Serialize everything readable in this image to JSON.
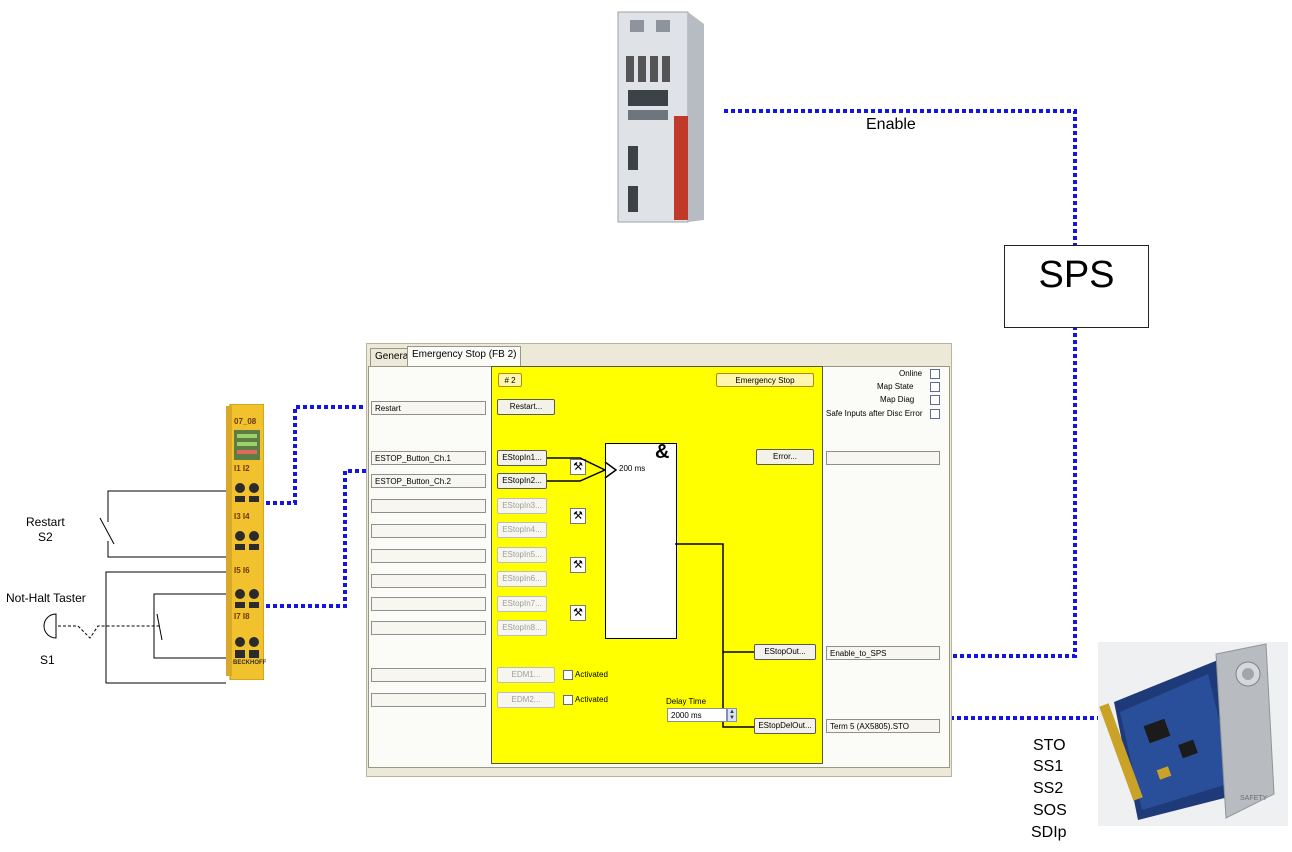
{
  "labels": {
    "enable": "Enable",
    "sps": "SPS",
    "restart": "Restart",
    "s2": "S2",
    "not_halt": "Not-Halt Taster",
    "s1": "S1",
    "functions": [
      "STO",
      "SS1",
      "SS2",
      "SOS",
      "SDIp"
    ]
  },
  "dialog": {
    "tabs": [
      "General",
      "Emergency Stop (FB 2)"
    ],
    "fb_number": "# 2",
    "fb_name": "Emergency Stop",
    "online_flags": [
      "Online",
      "Map State",
      "Map Diag",
      "Safe Inputs after Disc Error"
    ],
    "restart_btn": "Restart...",
    "inputs": [
      "EStopIn1...",
      "EStopIn2...",
      "EStopIn3...",
      "EStopIn4...",
      "EStopIn5...",
      "EStopIn6...",
      "EStopIn7...",
      "EStopIn8..."
    ],
    "input_fields": [
      "Restart",
      "ESTOP_Button_Ch.1",
      "ESTOP_Button_Ch.2"
    ],
    "edm": [
      "EDM1...",
      "EDM2..."
    ],
    "activated": "Activated",
    "delay_label": "Delay Time",
    "delay_value": "2000 ms",
    "and_symbol": "&",
    "filter_time": "200 ms",
    "error_btn": "Error...",
    "out_btn": "EStopOut...",
    "del_out_btn": "EStopDelOut...",
    "out_field": "Enable_to_SPS",
    "del_out_field": "Term 5 (AX5805).STO"
  },
  "terminal": {
    "top_label": "07_08",
    "pairs": [
      "I1 I2",
      "I3 I4",
      "I5 I6",
      "I7 I8"
    ],
    "brand": "BECKHOFF"
  },
  "colors": {
    "link": "#1414e6",
    "yellow": "#ffff00",
    "terminal": "#f2c12e"
  }
}
